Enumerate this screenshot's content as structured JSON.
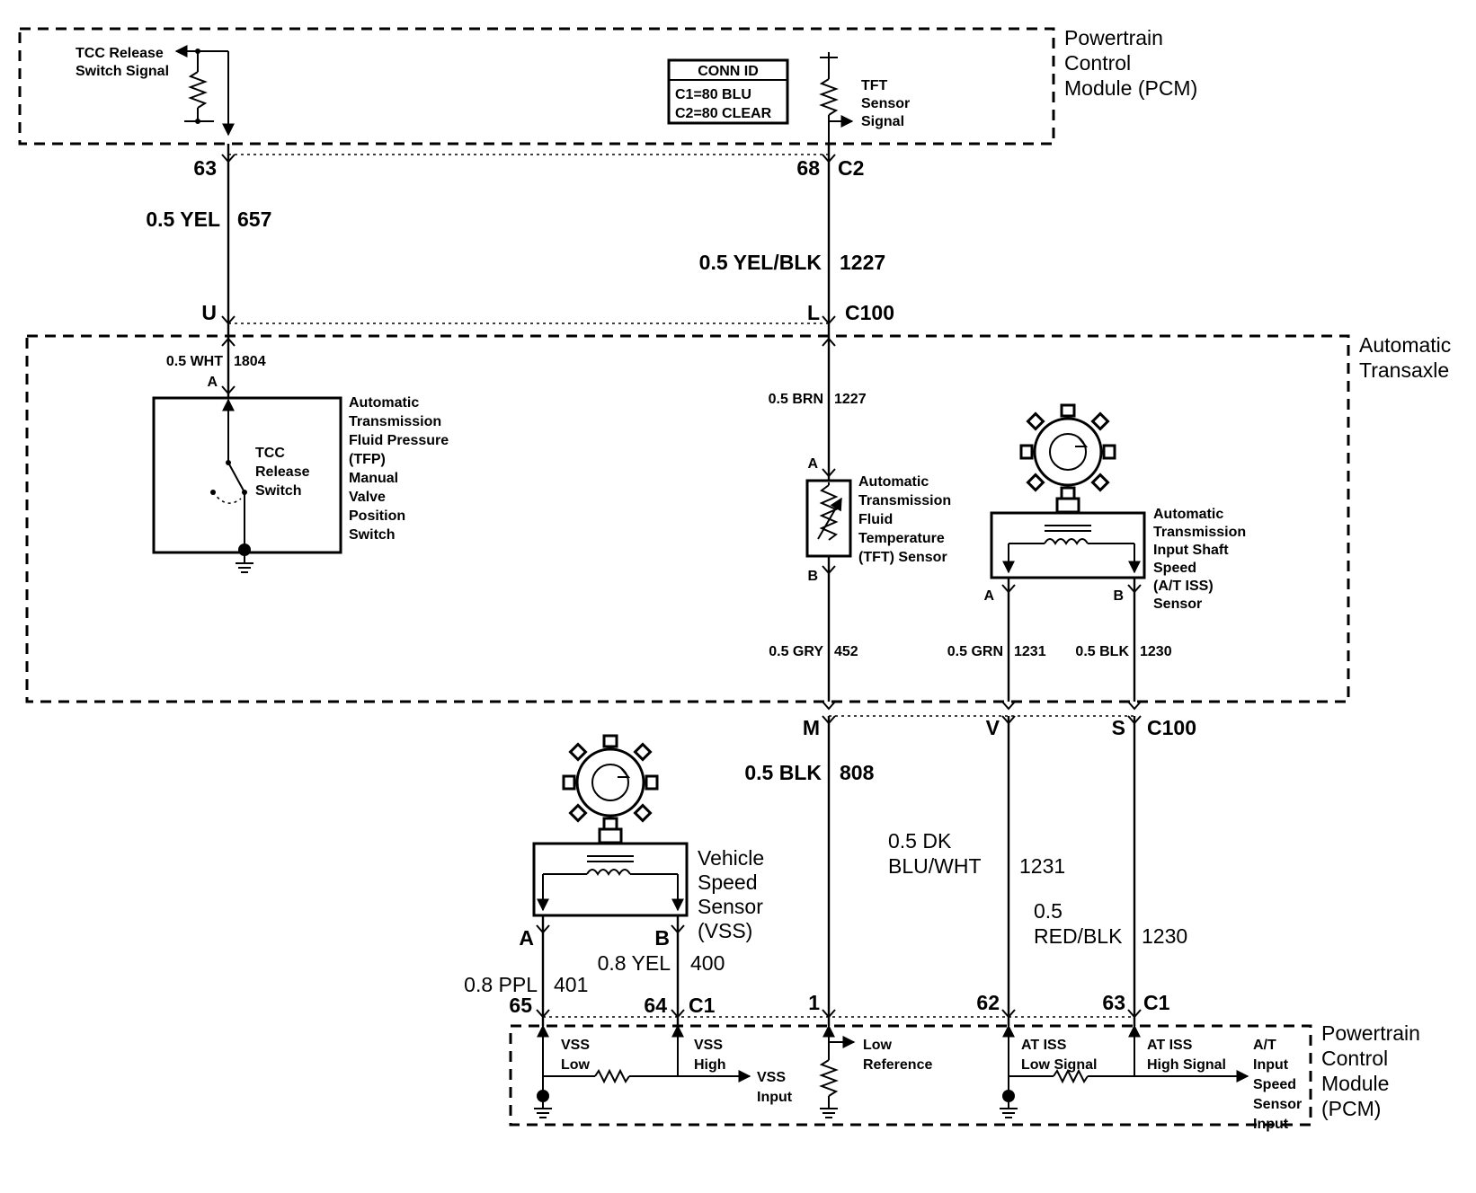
{
  "top_pcm": {
    "module_name": [
      "Powertrain",
      "Control",
      "Module (PCM)"
    ],
    "tcc_signal": [
      "TCC Release",
      "Switch Signal"
    ],
    "conn_id": {
      "title": "CONN ID",
      "c1": "C1=80 BLU",
      "c2": "C2=80 CLEAR"
    },
    "tft_signal": [
      "TFT",
      "Sensor",
      "Signal"
    ]
  },
  "top_wires": {
    "left": {
      "pin_pcm": "63",
      "gauge_color": "0.5 YEL",
      "circuit": "657",
      "pin_c100": "U"
    },
    "right": {
      "pin_pcm": "68",
      "connector_pcm": "C2",
      "gauge_color": "0.5 YEL/BLK",
      "circuit": "1227",
      "pin_c100": "L",
      "connector_c100": "C100"
    }
  },
  "transaxle": {
    "name": [
      "Automatic",
      "Transaxle"
    ],
    "tfp": {
      "wire": "0.5 WHT",
      "circuit": "1804",
      "pin": "A",
      "switch_label": [
        "TCC",
        "Release",
        "Switch"
      ],
      "name": [
        "Automatic",
        "Transmission",
        "Fluid Pressure",
        "(TFP)",
        "Manual",
        "Valve",
        "Position",
        "Switch"
      ]
    },
    "tft": {
      "wire_top": "0.5 BRN",
      "circuit_top": "1227",
      "pin_a": "A",
      "pin_b": "B",
      "name": [
        "Automatic",
        "Transmission",
        "Fluid",
        "Temperature",
        "(TFT) Sensor"
      ],
      "wire_bottom": "0.5 GRY",
      "circuit_bottom": "452"
    },
    "iss": {
      "name": [
        "Automatic",
        "Transmission",
        "Input Shaft",
        "Speed",
        "(A/T ISS)",
        "Sensor"
      ],
      "pin_a": "A",
      "pin_b": "B",
      "wire_a": "0.5 GRN",
      "circuit_a": "1231",
      "wire_b": "0.5 BLK",
      "circuit_b": "1230"
    }
  },
  "c100_bottom": {
    "pin_m": "M",
    "pin_v": "V",
    "pin_s": "S",
    "connector": "C100"
  },
  "bottom_wires": {
    "m": {
      "gauge_color": "0.5 BLK",
      "circuit": "808",
      "pin_pcm": "1"
    },
    "v": {
      "gauge_color": [
        "0.5 DK",
        "BLU/WHT"
      ],
      "circuit": "1231",
      "pin_pcm": "62"
    },
    "s": {
      "gauge_color": [
        "0.5",
        "RED/BLK"
      ],
      "circuit": "1230",
      "pin_pcm": "63",
      "connector": "C1"
    }
  },
  "vss": {
    "name": [
      "Vehicle",
      "Speed",
      "Sensor",
      "(VSS)"
    ],
    "pin_a": "A",
    "pin_b": "B",
    "wire_a": "0.8 PPL",
    "circuit_a": "401",
    "pin_pcm_a": "65",
    "wire_b": "0.8 YEL",
    "circuit_b": "400",
    "pin_pcm_b": "64",
    "connector": "C1"
  },
  "bottom_pcm": {
    "module_name": [
      "Powertrain",
      "Control",
      "Module",
      "(PCM)"
    ],
    "vss_low": [
      "VSS",
      "Low"
    ],
    "vss_high": [
      "VSS",
      "High"
    ],
    "vss_input": [
      "VSS",
      "Input"
    ],
    "low_ref": [
      "Low",
      "Reference"
    ],
    "iss_low": [
      "AT ISS",
      "Low Signal"
    ],
    "iss_high": [
      "AT ISS",
      "High Signal"
    ],
    "iss_input": [
      "A/T",
      "Input",
      "Speed",
      "Sensor",
      "Input"
    ]
  }
}
